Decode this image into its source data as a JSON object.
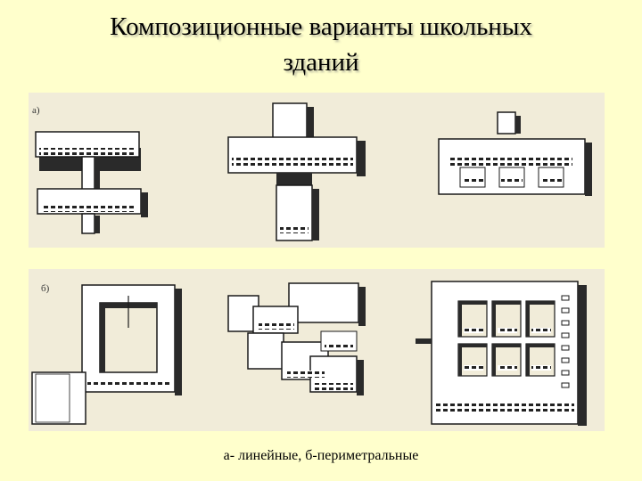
{
  "slide": {
    "title_line1": "Композиционные варианты школьных",
    "title_line2": "зданий",
    "caption": "а- линейные, б-периметральные"
  },
  "panels": {
    "a_tag": "а)",
    "b_tag": "б)"
  },
  "colors": {
    "background": "#ffffcc",
    "paper": "#f1ecd9",
    "ink": "#1a1a1a",
    "shadow": "#3a3a3a"
  }
}
